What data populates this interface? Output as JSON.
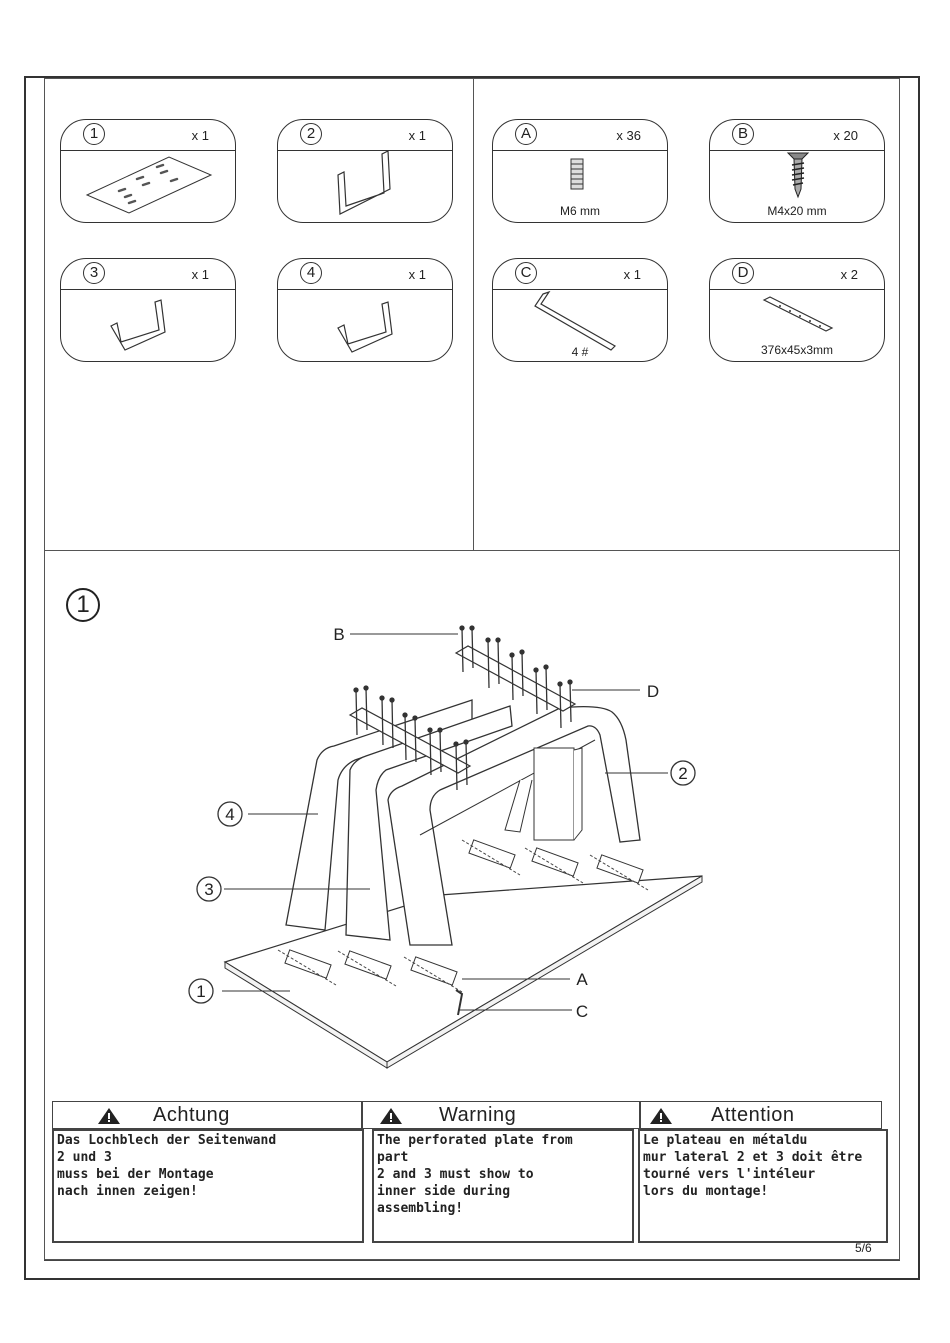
{
  "parts": [
    {
      "id": "1",
      "qty": "x 1"
    },
    {
      "id": "2",
      "qty": "x 1"
    },
    {
      "id": "3",
      "qty": "x 1"
    },
    {
      "id": "4",
      "qty": "x 1"
    }
  ],
  "hardware": [
    {
      "id": "A",
      "qty": "x 36",
      "spec": "M6 mm"
    },
    {
      "id": "B",
      "qty": "x 20",
      "spec": "M4x20 mm"
    },
    {
      "id": "C",
      "qty": "x 1",
      "spec": "4 #"
    },
    {
      "id": "D",
      "qty": "x 2",
      "spec": "376x45x3mm"
    }
  ],
  "step": {
    "number": "1",
    "callouts": {
      "b": "B",
      "d": "D",
      "p2": "2",
      "p4": "4",
      "p3": "3",
      "p1": "1",
      "a": "A",
      "c": "C"
    }
  },
  "warnings": [
    {
      "title": "Achtung",
      "text": "Das Lochblech der Seitenwand\n2 und 3\nmuss bei der Montage\nnach innen zeigen!"
    },
    {
      "title": "Warning",
      "text": "The perforated plate from\npart\n2 and 3 must show to\ninner side during\nassembling!"
    },
    {
      "title": "Attention",
      "text": "Le plateau en métaldu\nmur lateral 2 et 3 doit être\ntourné vers l'intéleur\nlors du montage!"
    }
  ],
  "page": "5/6"
}
